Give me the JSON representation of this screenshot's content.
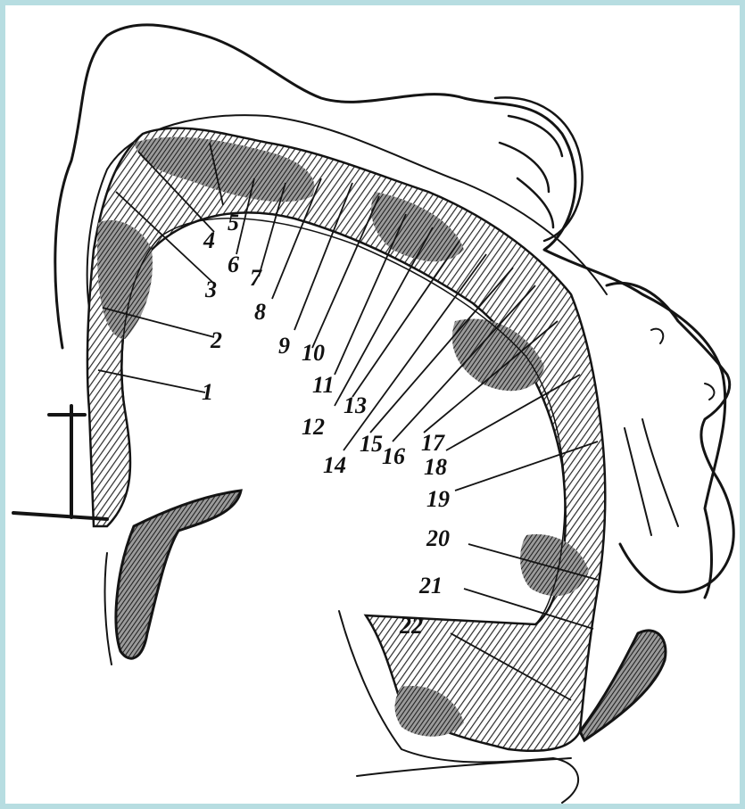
{
  "diagram": {
    "labels": [
      "1",
      "2",
      "3",
      "4",
      "5",
      "6",
      "7",
      "8",
      "9",
      "10",
      "11",
      "12",
      "13",
      "14",
      "15",
      "16",
      "17",
      "18",
      "19",
      "20",
      "21",
      "22"
    ]
  },
  "colors": {
    "border": "#b7dde1",
    "background": "#ffffff",
    "ink": "#141414"
  }
}
